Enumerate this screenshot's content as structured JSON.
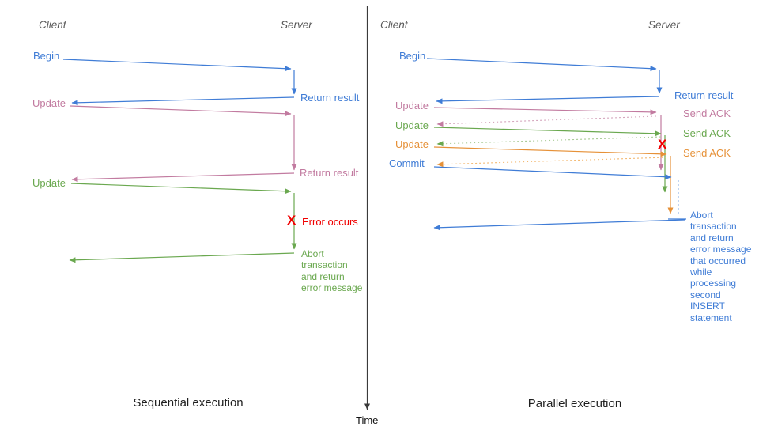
{
  "colors": {
    "blue": "#3f7cd6",
    "pink": "#c27ba0",
    "green": "#6aa84f",
    "orange": "#e69138",
    "red": "#f00000",
    "axis": "#3a3a3a"
  },
  "time_axis": {
    "label": "Time"
  },
  "left": {
    "title": "Sequential execution",
    "client": "Client",
    "server": "Server",
    "begin": "Begin",
    "return_result_1": "Return result",
    "update_1": "Update",
    "return_result_2": "Return result",
    "update_2": "Update",
    "error_mark": "X",
    "error_label": "Error occurs",
    "abort_label": "Abort\ntransaction\nand return\nerror message"
  },
  "right": {
    "title": "Parallel execution",
    "client": "Client",
    "server": "Server",
    "begin": "Begin",
    "return_result": "Return result",
    "update_1": "Update",
    "ack_1": "Send ACK",
    "update_2": "Update",
    "ack_2": "Send ACK",
    "update_3": "Update",
    "ack_3": "Send ACK",
    "commit": "Commit",
    "error_mark": "X",
    "abort_label": "Abort\ntransaction\nand return\nerror message\nthat occurred\nwhile\nprocessing\nsecond\nINSERT\nstatement"
  }
}
